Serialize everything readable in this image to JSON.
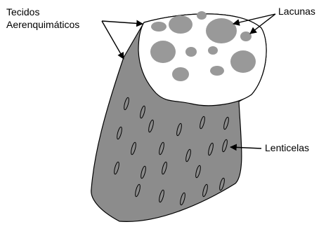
{
  "labels": {
    "tissue_line1": "Tecidos",
    "tissue_line2": "Aerenquimáticos",
    "lacunas": "Lacunas",
    "lenticelas": "Lenticelas"
  },
  "colors": {
    "stem": "#8c8c8c",
    "cross_section": "#ffffff",
    "lacuna": "#999999",
    "outline": "#000000"
  }
}
